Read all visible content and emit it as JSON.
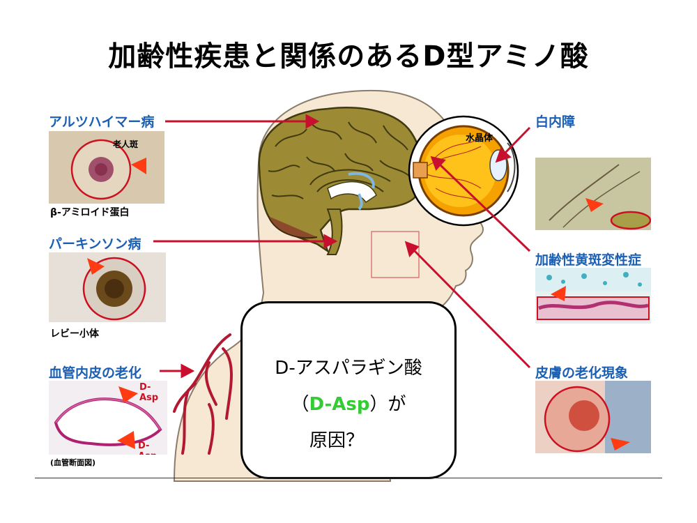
{
  "title": "加齢性疾患と関係のあるD型アミノ酸",
  "diseases": {
    "alzheimer": "アルツハイマー病",
    "alzheimer_tag": "老人斑",
    "alzheimer_caption": "β-アミロイド蛋白",
    "parkinson": "パーキンソン病",
    "parkinson_caption": "レビー小体",
    "vascular": "血管内皮の老化",
    "vascular_caption": "(血管断面図)",
    "dasp_tag": "D-Asp",
    "cataract": "白内障",
    "lens_label": "水晶体",
    "macular": "加齢性黄斑変性症",
    "skin": "皮膚の老化現象"
  },
  "callout": {
    "line1": "D-アスパラギン酸",
    "line2_open": "（",
    "line2_abbr": "D-Asp",
    "line2_close": "）が",
    "line3": "原因？"
  },
  "colors": {
    "label_blue": "#1a5fb4",
    "arrow_red": "#c8102e",
    "highlight_green": "#33cc33"
  }
}
